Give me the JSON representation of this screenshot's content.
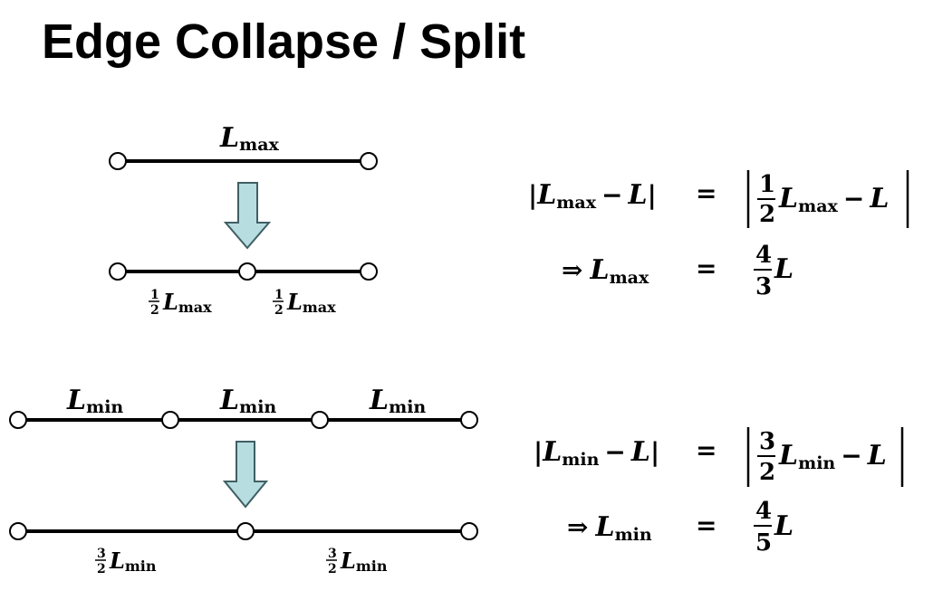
{
  "slide": {
    "title": "Edge Collapse / Split"
  },
  "top_diagram": {
    "edge_label": {
      "var": "L",
      "sub": "max"
    },
    "half_label_left": {
      "num": "1",
      "den": "2",
      "var": "L",
      "sub": "max"
    },
    "half_label_right": {
      "num": "1",
      "den": "2",
      "var": "L",
      "sub": "max"
    }
  },
  "bottom_diagram": {
    "edge_labels": [
      {
        "var": "L",
        "sub": "min"
      },
      {
        "var": "L",
        "sub": "min"
      },
      {
        "var": "L",
        "sub": "min"
      }
    ],
    "merged_label_left": {
      "num": "3",
      "den": "2",
      "var": "L",
      "sub": "min"
    },
    "merged_label_right": {
      "num": "3",
      "den": "2",
      "var": "L",
      "sub": "min"
    }
  },
  "equations": {
    "max_line1": {
      "lhs_open": "|",
      "lhs_var": "L",
      "lhs_sub": "max",
      "lhs_minus": "−",
      "lhs_var2": "L",
      "lhs_close": "|",
      "eq": "=",
      "rhs_num": "1",
      "rhs_den": "2",
      "rhs_var": "L",
      "rhs_sub": "max",
      "rhs_minus": "−",
      "rhs_var2": "L"
    },
    "max_line2": {
      "arrow": "⇒",
      "lhs_var": "L",
      "lhs_sub": "max",
      "eq": "=",
      "rhs_num": "4",
      "rhs_den": "3",
      "rhs_var": "L"
    },
    "min_line1": {
      "lhs_open": "|",
      "lhs_var": "L",
      "lhs_sub": "min",
      "lhs_minus": "−",
      "lhs_var2": "L",
      "lhs_close": "|",
      "eq": "=",
      "rhs_num": "3",
      "rhs_den": "2",
      "rhs_var": "L",
      "rhs_sub": "min",
      "rhs_minus": "−",
      "rhs_var2": "L"
    },
    "min_line2": {
      "arrow": "⇒",
      "lhs_var": "L",
      "lhs_sub": "min",
      "eq": "=",
      "rhs_num": "4",
      "rhs_den": "5",
      "rhs_var": "L"
    }
  },
  "colors": {
    "arrow_fill": "#b7dde1",
    "arrow_stroke": "#3f5f63",
    "line": "#000000",
    "vertex_fill": "#ffffff"
  },
  "icons": {
    "collapse_arrow": "down-arrow-icon",
    "split_arrow": "down-arrow-icon"
  }
}
